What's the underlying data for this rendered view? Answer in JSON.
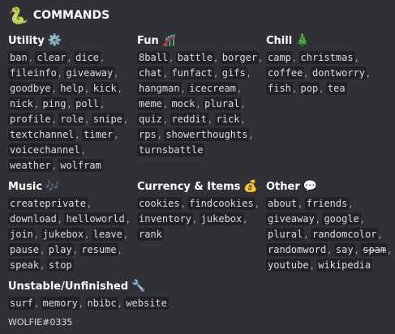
{
  "header": {
    "icon": "snake-icon",
    "glyph": "🐍",
    "title": "COMMANDS"
  },
  "sections": [
    {
      "title": "Utility",
      "emoji": "⚙️",
      "icon": "gear-icon",
      "lines": [
        [
          "ban",
          "clear",
          "dice"
        ],
        [
          "fileinfo",
          "giveaway"
        ],
        [
          "goodbye",
          "help",
          "kick"
        ],
        [
          "nick",
          "ping",
          "poll"
        ],
        [
          "profile",
          "role",
          "snipe"
        ],
        [
          "textchannel",
          "timer"
        ],
        [
          "voicechannel"
        ],
        [
          "weather",
          "wolfram"
        ]
      ]
    },
    {
      "title": "Fun",
      "emoji": "🎢",
      "icon": "roller-coaster-icon",
      "lines": [
        [
          "8ball",
          "battle",
          "borger"
        ],
        [
          "chat",
          "funfact",
          "gifs"
        ],
        [
          "hangman",
          "icecream"
        ],
        [
          "meme",
          "mock",
          "plural"
        ],
        [
          "quiz",
          "reddit",
          "rick"
        ],
        [
          "rps",
          "showerthoughts"
        ],
        [
          "turnsbattle"
        ]
      ]
    },
    {
      "title": "Chill",
      "emoji": "🎄",
      "icon": "christmas-tree-icon",
      "lines": [
        [
          "camp",
          "christmas"
        ],
        [
          "coffee",
          "dontworry"
        ],
        [
          "fish",
          "pop",
          "tea"
        ]
      ]
    },
    {
      "title": "Music",
      "emoji": "🎶",
      "icon": "music-notes-icon",
      "lines": [
        [
          "createprivate"
        ],
        [
          "download",
          "helloworld"
        ],
        [
          "join",
          "jukebox",
          "leave"
        ],
        [
          "pause",
          "play",
          "resume"
        ],
        [
          "speak",
          "stop"
        ]
      ]
    },
    {
      "title": "Currency & Items",
      "emoji": "💰",
      "icon": "money-bag-icon",
      "lines": [
        [
          "cookies",
          "findcookies"
        ],
        [
          "inventory",
          "jukebox"
        ],
        [
          "rank"
        ]
      ]
    },
    {
      "title": "Other",
      "emoji": "💬",
      "icon": "speech-bubble-icon",
      "lines": [
        [
          "about",
          "friends"
        ],
        [
          "giveaway",
          "google"
        ],
        [
          "plural",
          "randomcolor"
        ],
        [
          "randomword",
          "say",
          "spam"
        ],
        [
          "youtube",
          "wikipedia"
        ]
      ],
      "strikethrough": [
        "spam"
      ]
    },
    {
      "title": "Unstable/Unfinished",
      "emoji": "🔧",
      "icon": "wrench-icon",
      "lines": [
        [
          "surf",
          "memory",
          "nbibc",
          "website"
        ]
      ]
    }
  ],
  "footer": "WOLFIE#0335",
  "colors": {
    "background": "#2f3136",
    "code_background": "#202225",
    "text": "#dcddde",
    "heading": "#ffffff"
  }
}
